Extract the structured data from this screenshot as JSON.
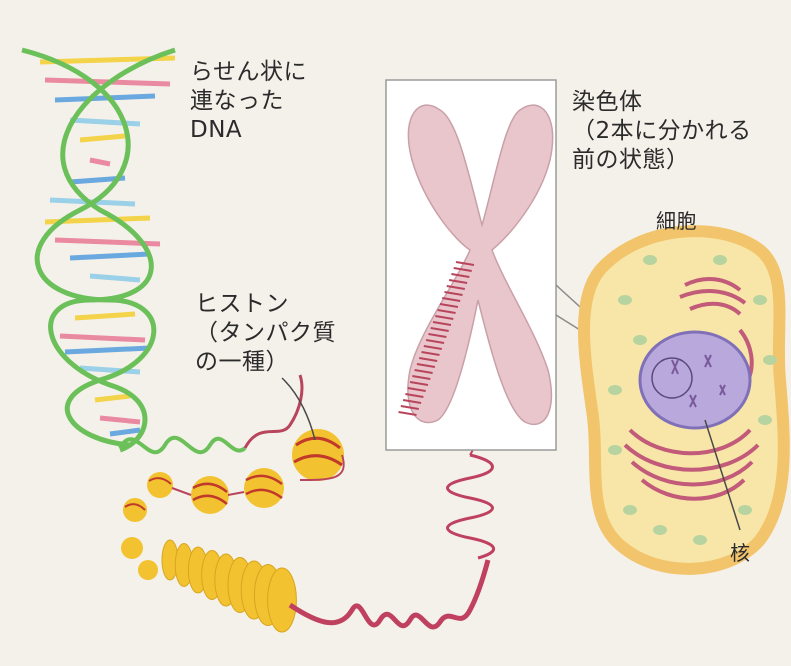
{
  "labels": {
    "dna": [
      "らせん状に",
      "連なった",
      "DNA"
    ],
    "histone": [
      "ヒストン",
      "（タンパク質",
      "の一種）"
    ],
    "chromosome": [
      "染色体",
      "（2本に分かれる",
      "前の状態）"
    ],
    "cell": "細胞",
    "nucleus": "核"
  },
  "colors": {
    "background": "#f4f1ea",
    "dna_backbone": "#6cc05a",
    "dna_rungs": [
      "#f3d34a",
      "#e98aa0",
      "#6aa8e0",
      "#9ad0e8"
    ],
    "histone": "#f2c230",
    "histone_band": "#c0392b",
    "chromosome_fill": "#e8c6cc",
    "chromosome_band": "#b8455c",
    "cell_outer": "#f2c46b",
    "cell_cytoplasm": "#f7e6a8",
    "nucleus": "#b8a8dc",
    "er": "#c25a7a"
  }
}
